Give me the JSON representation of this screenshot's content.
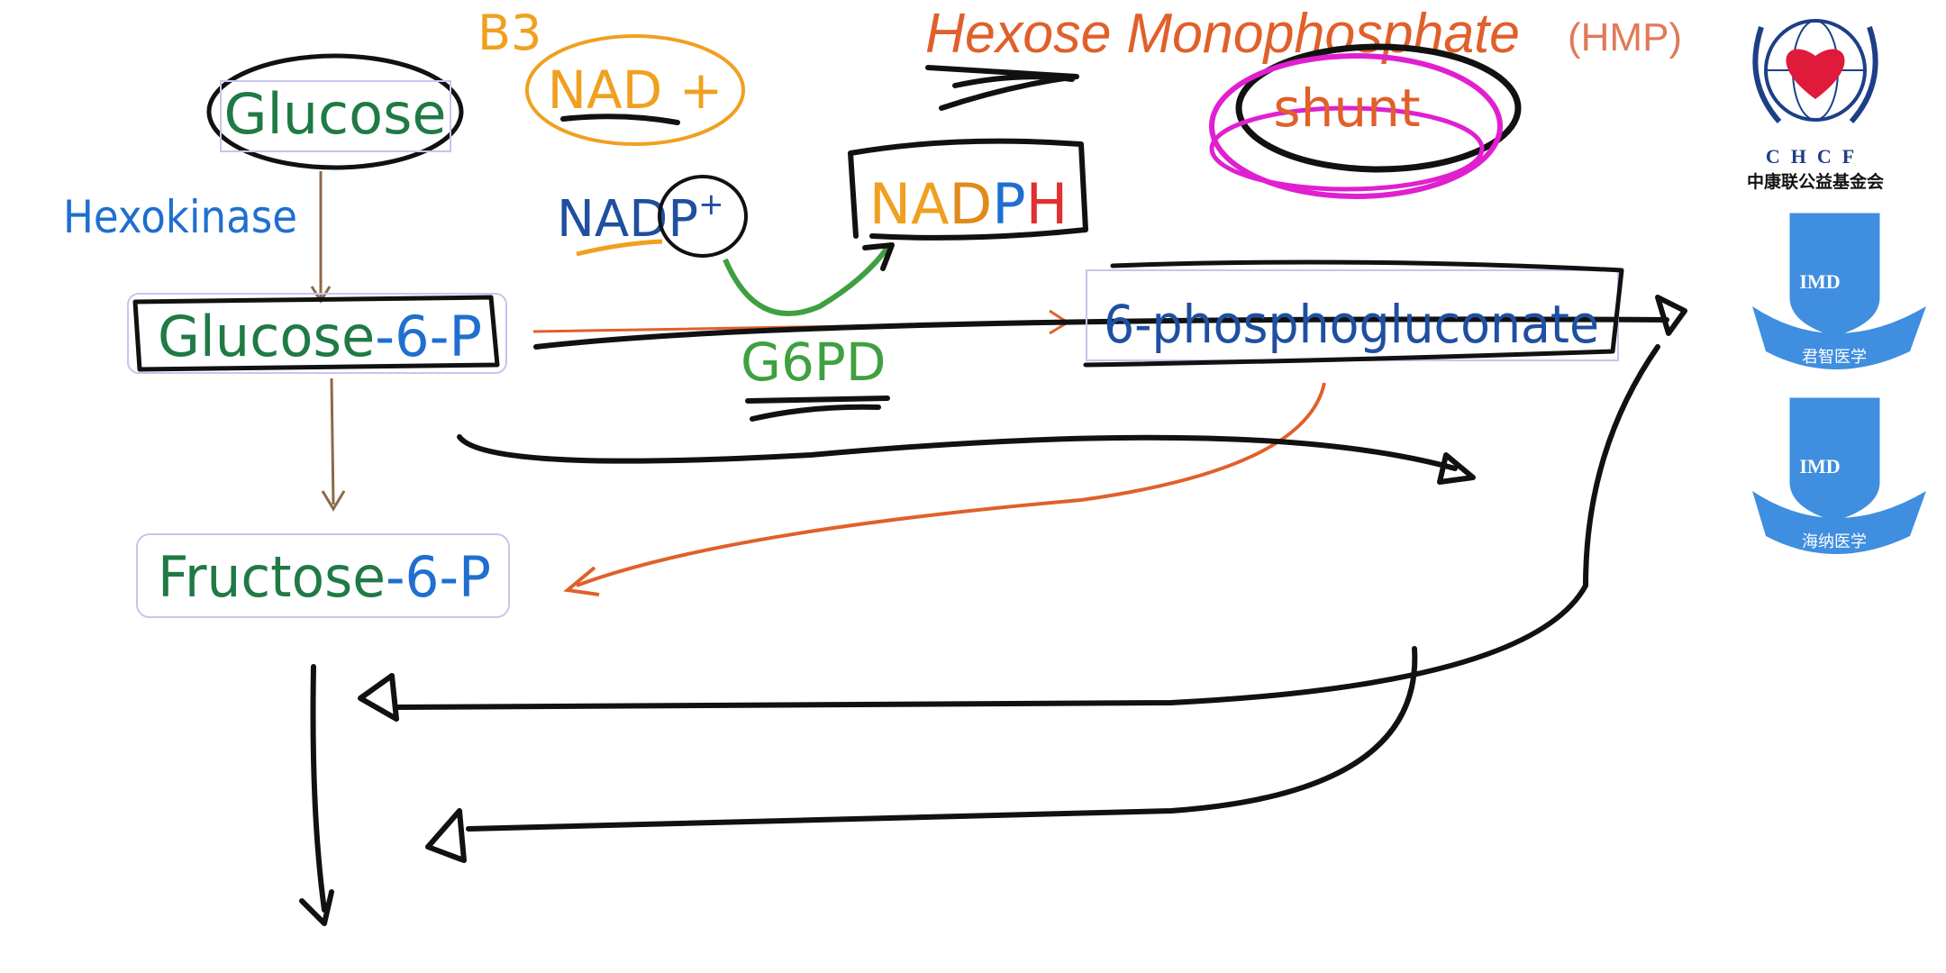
{
  "diagram": {
    "glucose": "Glucose",
    "hexokinase": "Hexokinase",
    "b3": "B3",
    "nad_plus": "NAD +",
    "nadp": "NADP",
    "nadp_sup": "+",
    "nadph": {
      "n": "NA",
      "d": "D",
      "p": "P",
      "h": "H"
    },
    "g6p": {
      "name": "Glucose",
      "suffix": "-6-P"
    },
    "g6pd": "G6PD",
    "phosphogluconate": "6-phosphogluconate",
    "f6p": {
      "name": "Fructose",
      "suffix": "-6-P"
    },
    "title": "Hexose Monophosphate",
    "title_abbr": "(HMP)",
    "shunt": "shunt"
  },
  "logos": {
    "chcf_en": "CHCF",
    "chcf_cn": "中康联公益基金会",
    "imd1_mark": "IMD",
    "imd1_cn": "君智医学",
    "imd2_mark": "IMD",
    "imd2_cn": "海纳医学"
  },
  "colors": {
    "green": "#1f7a45",
    "blue": "#1f6fd0",
    "orange": "#f0a020",
    "red_orange": "#e0602a",
    "magenta": "#e020d0",
    "lavender": "#c8c4ec",
    "logo_blue": "#3f8ee0",
    "logo_navy": "#1d3f86"
  }
}
